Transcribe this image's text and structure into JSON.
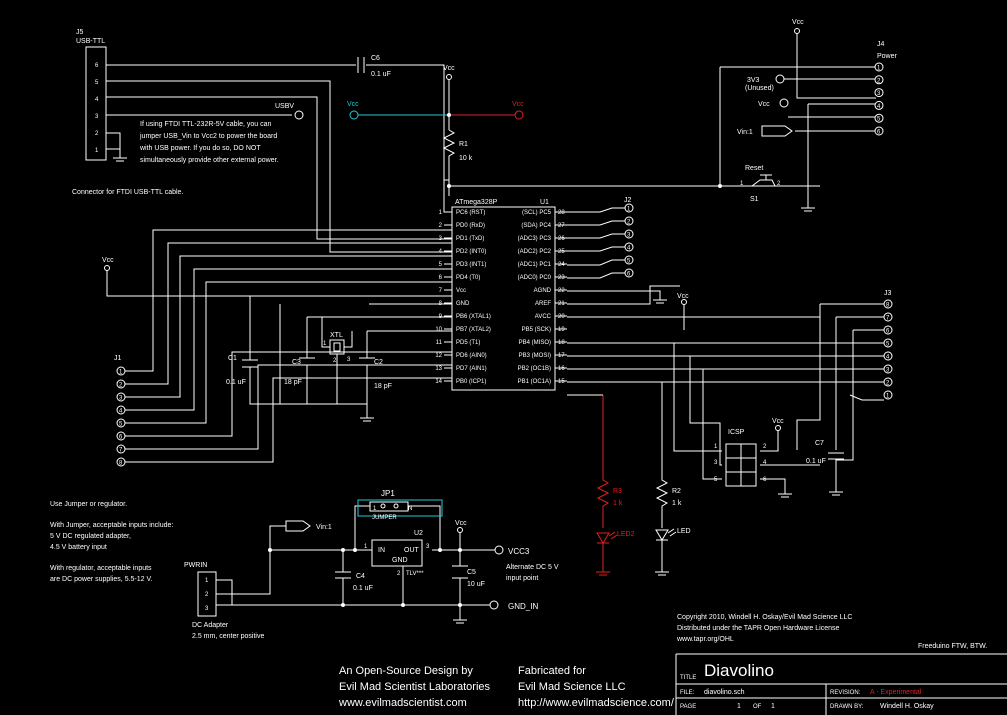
{
  "connectors": {
    "j5": {
      "ref": "J5",
      "name": "USB-TTL",
      "pins": [
        "6",
        "5",
        "4",
        "3",
        "2",
        "1"
      ],
      "caption": "Connector for FTDI USB-TTL cable."
    },
    "j4": {
      "ref": "J4",
      "name": "Power",
      "pins": [
        "1",
        "2",
        "3",
        "4",
        "5",
        "6"
      ]
    },
    "j2": {
      "ref": "J2",
      "pins": [
        "1",
        "2",
        "3",
        "4",
        "5",
        "6"
      ]
    },
    "j3": {
      "ref": "J3",
      "pins": [
        "8",
        "7",
        "6",
        "5",
        "4",
        "3",
        "2",
        "1"
      ]
    },
    "j1": {
      "ref": "J1",
      "pins": [
        "1",
        "2",
        "3",
        "4",
        "5",
        "6",
        "7",
        "8"
      ]
    }
  },
  "nets": {
    "vcc": "Vcc",
    "usbv": "USBV",
    "vin1": "Vin:1",
    "vin_j4": "Vin:1",
    "v3v3": "3V3",
    "unused": "(Unused)",
    "vcc3": "VCC3",
    "gnd_in": "GND_IN"
  },
  "note_ftdi": [
    "If using FTDI TTL-232R-5V cable, you can",
    "jumper USB_Vin to Vcc2 to power the board",
    "with USB power.  If you do so, DO NOT",
    "simultaneously provide other external power."
  ],
  "components": {
    "c6": {
      "ref": "C6",
      "value": "0.1 uF"
    },
    "r1": {
      "ref": "R1",
      "value": "10 k"
    },
    "u1": {
      "ref": "U1",
      "part": "ATmega328P"
    },
    "reset": {
      "label": "Reset",
      "ref": "S1",
      "pin1": "1",
      "pin2": "2"
    },
    "c1": {
      "ref": "C1",
      "value": "0.1 uF"
    },
    "c3": {
      "ref": "C3",
      "value": "18 pF"
    },
    "c2": {
      "ref": "C2",
      "value": "18 pF"
    },
    "xtl": {
      "ref": "XTL",
      "pins": [
        "1",
        "2",
        "3"
      ]
    },
    "icsp": {
      "ref": "ICSP",
      "pins": [
        "1",
        "2",
        "3",
        "4",
        "5",
        "6"
      ]
    },
    "c7": {
      "ref": "C7",
      "value": "0.1 uF"
    },
    "r3": {
      "ref": "R3",
      "value": "1 k"
    },
    "r2": {
      "ref": "R2",
      "value": "1 k"
    },
    "led2": {
      "ref": "LED2"
    },
    "led": {
      "ref": "LED"
    },
    "jp1": {
      "ref": "JP1",
      "label": "JUMPER",
      "p1": "1",
      "p2": "N"
    },
    "u2": {
      "ref": "U2",
      "part": "TLV***",
      "in": "IN",
      "out": "OUT",
      "gnd": "GND",
      "p1": "1",
      "p2": "2",
      "p3": "3"
    },
    "c4": {
      "ref": "C4",
      "value": "0.1 uF"
    },
    "c5": {
      "ref": "C5",
      "value": "10 uF"
    },
    "pwrin": {
      "ref": "PWRIN",
      "pins": [
        "1",
        "2",
        "3"
      ]
    }
  },
  "u1_left": [
    {
      "num": "1",
      "name": "PC6 (RST)"
    },
    {
      "num": "2",
      "name": "PD0 (RxD)"
    },
    {
      "num": "3",
      "name": "PD1 (TxD)"
    },
    {
      "num": "4",
      "name": "PD2 (INT0)"
    },
    {
      "num": "5",
      "name": "PD3 (INT1)"
    },
    {
      "num": "6",
      "name": "PD4 (T0)"
    },
    {
      "num": "7",
      "name": "Vcc"
    },
    {
      "num": "8",
      "name": "GND"
    },
    {
      "num": "9",
      "name": "PB6 (XTAL1)"
    },
    {
      "num": "10",
      "name": "PB7 (XTAL2)"
    },
    {
      "num": "11",
      "name": "PD5 (T1)"
    },
    {
      "num": "12",
      "name": "PD6 (AIN0)"
    },
    {
      "num": "13",
      "name": "PD7 (AIN1)"
    },
    {
      "num": "14",
      "name": "PB0 (ICP1)"
    }
  ],
  "u1_right": [
    {
      "num": "28",
      "name": "(SCL) PC5"
    },
    {
      "num": "27",
      "name": "(SDA) PC4"
    },
    {
      "num": "26",
      "name": "(ADC3) PC3"
    },
    {
      "num": "25",
      "name": "(ADC2) PC2"
    },
    {
      "num": "24",
      "name": "(ADC1) PC1"
    },
    {
      "num": "23",
      "name": "(ADC0) PC0"
    },
    {
      "num": "22",
      "name": "AGND"
    },
    {
      "num": "21",
      "name": "AREF"
    },
    {
      "num": "20",
      "name": "AVCC"
    },
    {
      "num": "19",
      "name": "PB5 (SCK)"
    },
    {
      "num": "18",
      "name": "PB4 (MISO)"
    },
    {
      "num": "17",
      "name": "PB3 (MOSI)"
    },
    {
      "num": "16",
      "name": "PB2 (OC1B)"
    },
    {
      "num": "15",
      "name": "PB1 (OC1A)"
    }
  ],
  "notes_power": [
    "Use Jumper or regulator.",
    "With Jumper, acceptable inputs include:",
    "5 V DC regulated adapter,",
    "4.5 V battery input",
    "With regulator, acceptable inputs",
    "are DC power supplies, 5.5-12 V."
  ],
  "dc_adapter": [
    "DC Adapter",
    "2.5 mm, center positive"
  ],
  "alt_dc": [
    "Alternate DC 5 V",
    "input point"
  ],
  "credits": {
    "left": [
      "An Open-Source Design by",
      "Evil Mad Scientist Laboratories",
      "www.evilmadscientist.com"
    ],
    "center": [
      "Fabricated for",
      "Evil Mad Science LLC",
      "http://www.evilmadscience.com/"
    ],
    "copyright": [
      "Copyright 2010, Windell H. Oskay/Evil Mad Science LLC",
      "Distributed under the TAPR Open Hardware License",
      "www.tapr.org/OHL"
    ],
    "freeduino": "Freeduino FTW, BTW."
  },
  "titleblock": {
    "title_label": "TITLE",
    "title": "Diavolino",
    "file_label": "FILE:",
    "file": "diavolino.sch",
    "page_label": "PAGE",
    "page": "1",
    "of_label": "OF",
    "pages": "1",
    "revision_label": "REVISION:",
    "revision": "A - Experimental",
    "drawn_label": "DRAWN BY:",
    "drawn": "Windell H. Oskay"
  },
  "colors": {
    "wire": "#ffffff",
    "vcc_net": "#1fc9d4",
    "led_net": "#e02020",
    "background": "#000000"
  }
}
